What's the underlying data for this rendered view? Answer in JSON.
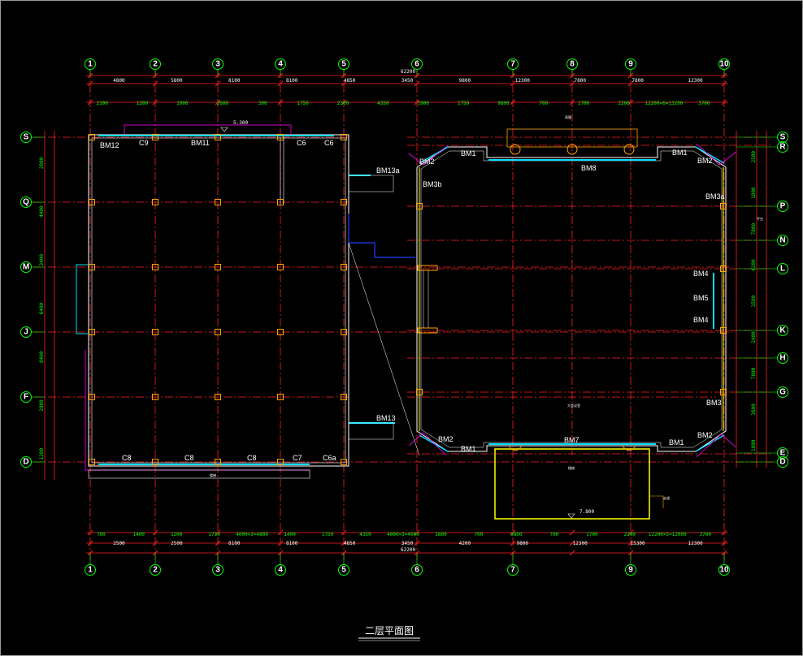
{
  "colors": {
    "background": "#000000",
    "grid_line": "#ff2020",
    "wall": "#ffffff",
    "column": "#ffa500",
    "window": "#00e0ff",
    "axis_bubble": "#00ff00",
    "dimension": "#ff2020",
    "stair": "#ffff00",
    "edge_magenta": "#ff00ff",
    "edge_blue": "#2040ff"
  },
  "title": "二层平面图",
  "axes": {
    "top": [
      "1",
      "2",
      "3",
      "4",
      "5",
      "6",
      "7",
      "8",
      "9",
      "10"
    ],
    "bottom": [
      "1",
      "2",
      "3",
      "4",
      "5",
      "6",
      "7",
      "9",
      "10"
    ],
    "left": [
      "S",
      "Q",
      "M",
      "J",
      "F",
      "D"
    ],
    "right": [
      "S",
      "R",
      "P",
      "N",
      "L",
      "K",
      "H",
      "G",
      "E",
      "D"
    ]
  },
  "dimensions": {
    "top_total": "62200",
    "bottom_total": "62200",
    "top_row1": [
      "4800",
      "5800",
      "8100",
      "8100",
      "4850",
      "3450",
      "9800",
      "12300",
      "7800",
      "7800",
      "12300"
    ],
    "top_row2": [
      "2100",
      "1200",
      "1000",
      "2600",
      "300",
      "1750",
      "2300",
      "4350",
      "1900",
      "1750",
      "9800",
      "700",
      "1700",
      "2200",
      "12200×6=13200",
      "3700"
    ],
    "bottom_row1": [
      "700",
      "1400",
      "1200",
      "1750",
      "4000×3=4800",
      "1400",
      "1750",
      "4350",
      "4000×3=4000",
      "3800",
      "700",
      "9800",
      "700",
      "1700",
      "2200",
      "12200×5=12000",
      "3700"
    ],
    "bottom_row2": [
      "2500",
      "2500",
      "8100",
      "8100",
      "4850",
      "3450",
      "4200",
      "9800",
      "12300",
      "15300",
      "12300"
    ],
    "right_col": [
      "2500",
      "1800",
      "7800",
      "4200",
      "3500",
      "2400",
      "7800",
      "3600",
      "1800"
    ],
    "left_col": [
      "2800",
      "4400",
      "3400",
      "6400",
      "8400",
      "2800",
      "1200"
    ]
  },
  "labels": {
    "left": {
      "bm12": "BM12",
      "c9": "C9",
      "bm11": "BM11",
      "c6a": "C6",
      "c6b": "C6",
      "bm13a": "BM13a",
      "bm13": "BM13",
      "c8a": "C8",
      "c8b": "C8",
      "c8c": "C8",
      "c7": "C7",
      "c6a_bottom": "C6a",
      "elev_top": "5.300",
      "room_left": "楼梯"
    },
    "right": {
      "bm2_tl": "BM2",
      "bm1_tl": "BM1",
      "bm3b": "BM3b",
      "bm8": "BM8",
      "bm1_tr": "BM1",
      "bm2_tr": "BM2",
      "bm3a": "BM3a",
      "bm4_top": "BM4",
      "bm5": "BM5",
      "bm4_bottom": "BM4",
      "bm3": "BM3",
      "bm2_br": "BM2",
      "bm1_br": "BM1",
      "bm7": "BM7",
      "bm1_bl": "BM1",
      "bm2_bl": "BM2",
      "elev_bottom": "7.800",
      "hall": "大会议室",
      "room_stair": "楼梯",
      "canopy": "雨篷",
      "balcony": "走道",
      "roof": "平台"
    }
  }
}
